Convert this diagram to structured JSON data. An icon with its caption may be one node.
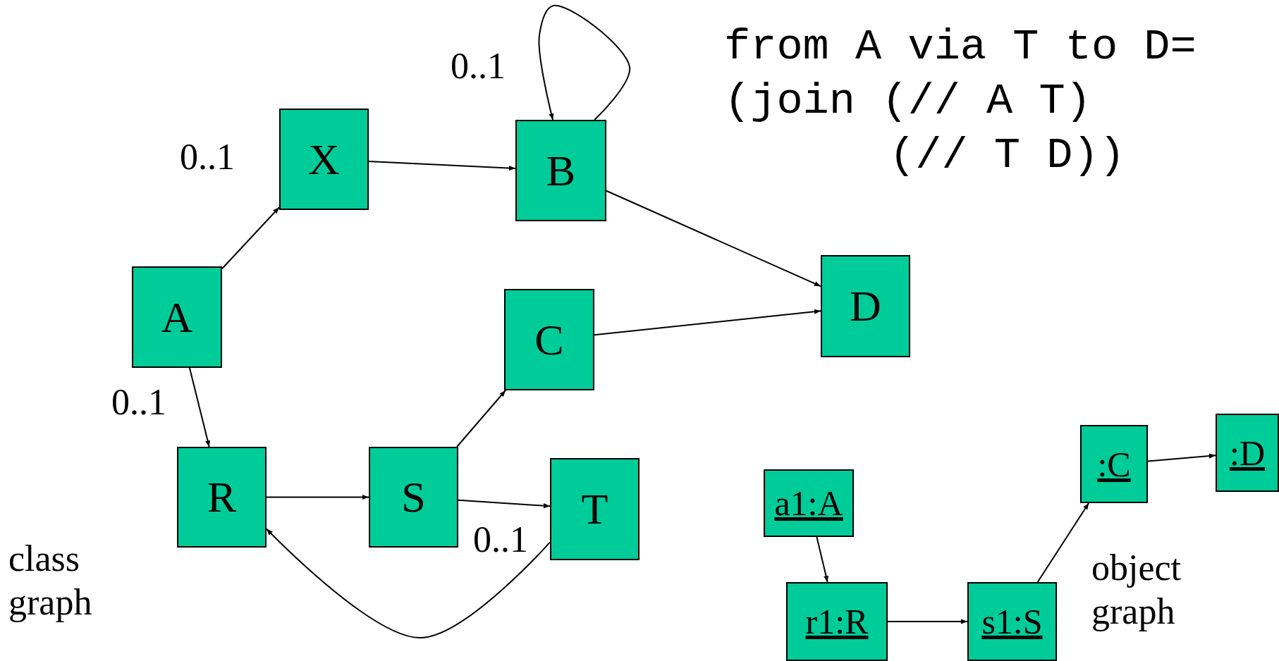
{
  "diagram": {
    "nodes": [
      {
        "text": [
          "X"
        ]
      },
      {
        "text": [
          "B"
        ]
      },
      {
        "text": [
          "A"
        ]
      },
      {
        "text": [
          "C"
        ]
      },
      {
        "text": [
          "D"
        ]
      },
      {
        "text": [
          "R"
        ]
      },
      {
        "text": [
          "S"
        ]
      },
      {
        "text": [
          "T"
        ]
      },
      {
        "text": [
          ":C"
        ]
      },
      {
        "text": [
          ":D"
        ]
      },
      {
        "text": [
          "a1:A"
        ]
      },
      {
        "text": [
          "r1:R"
        ]
      },
      {
        "text": [
          "s1:S"
        ]
      }
    ],
    "edges": [
      {
        "from": 2,
        "to": 0,
        "arrow": "to"
      },
      {
        "from": 0,
        "to": 1,
        "arrow": "to"
      },
      {
        "from": 1,
        "to": 1,
        "arrow": "to"
      },
      {
        "from": 1,
        "to": 4,
        "arrow": "to"
      },
      {
        "from": 2,
        "to": 5,
        "arrow": "to"
      },
      {
        "from": 5,
        "to": 6,
        "arrow": "to"
      },
      {
        "from": 6,
        "to": 3,
        "arrow": "to"
      },
      {
        "from": 3,
        "to": 4,
        "arrow": "to"
      },
      {
        "from": 6,
        "to": 7,
        "arrow": "to"
      },
      {
        "from": 7,
        "to": 5,
        "arrow": "to"
      },
      {
        "from": 10,
        "to": 11,
        "arrow": "to"
      },
      {
        "from": 11,
        "to": 12,
        "arrow": "to"
      },
      {
        "from": 12,
        "to": 8,
        "arrow": "to"
      },
      {
        "from": 8,
        "to": 9,
        "arrow": "to"
      }
    ],
    "labels": [
      "from A via T to D=",
      "(join (// A T)",
      "(// T D))",
      "0..1",
      "0..1",
      "0..1",
      "0..1",
      "class graph",
      "object graph"
    ]
  }
}
